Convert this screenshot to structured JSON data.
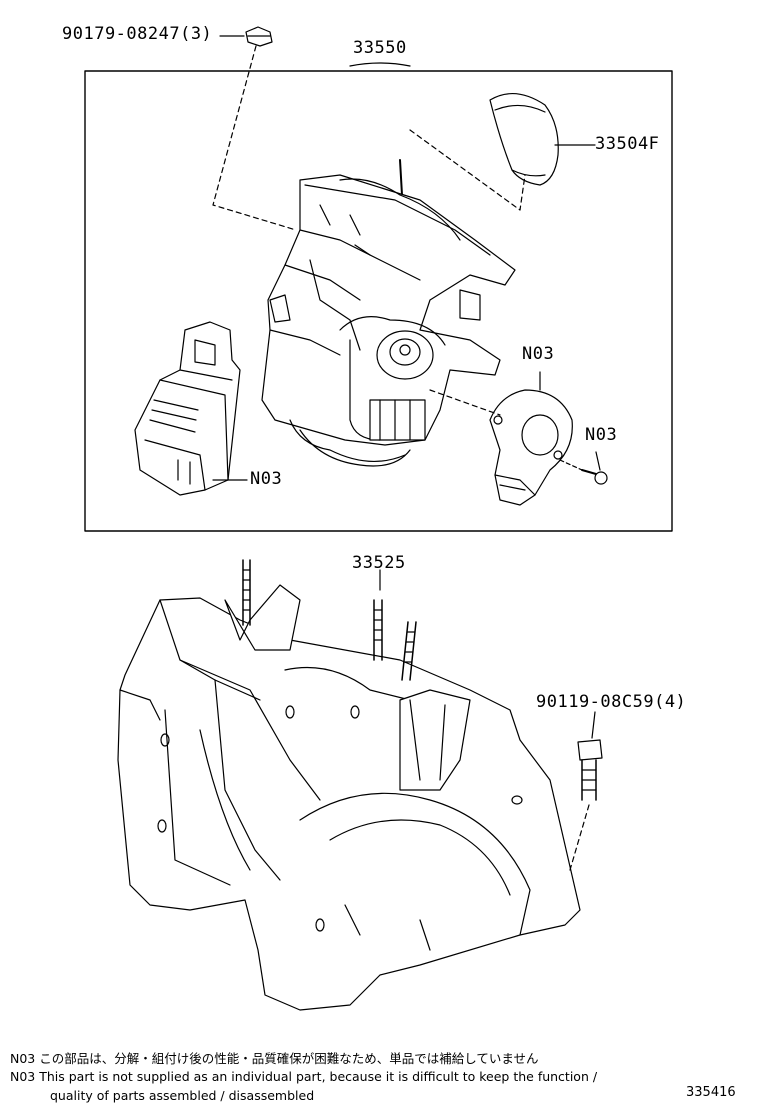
{
  "callouts": {
    "bolt_top": "90179-08247(3)",
    "assembly": "33550",
    "knob": "33504F",
    "n03_center": "N03",
    "n03_right": "N03",
    "n03_left": "N03",
    "bracket": "33525",
    "bolt_bracket": "90119-08C59(4)"
  },
  "notes": {
    "line1": "N03 この部品は、分解・組付け後の性能・品質確保が困難なため、単品では補給していません",
    "line2": "N03   This part is not supplied as an individual part, because it is difficult to keep the function /",
    "line3": "quality of parts assembled / disassembled"
  },
  "figure_number": "335416"
}
